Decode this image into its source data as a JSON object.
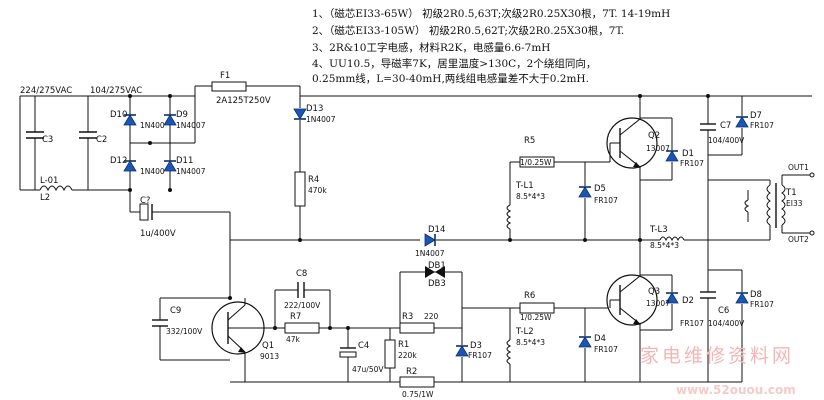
{
  "notes": [
    "1、（磁芯EI33-65W）   初级2R0.5,63T;次级2R0.25X30根，7T.    14-19mH",
    "2、（磁芯EI33-105W）  初级2R0.5,62T;次级2R0.25X30根，7T.",
    "3、2R&10工字电感，材料R2K，电感量6.6-7mH",
    "4、UU10.5，导磁率7K，居里温度>130C，2个绕组同向，",
    "0.25mm线，L=30-40mH,两线组电感量差不大于0.2mH."
  ],
  "inputs": {
    "in1": "224/275VAC",
    "in2": "104/275VAC"
  },
  "components": {
    "F1": "F1",
    "F1v": "2A125T250V",
    "C3": "C3",
    "C2": "C2",
    "L01": "L-01",
    "L2": "L2",
    "D10": "D10",
    "D10v": "1N400",
    "D9": "D9",
    "D9v": "1N4007",
    "D12": "D12",
    "D12v": "1N400",
    "D11": "D11",
    "D11v": "1N4007",
    "C7in": "C?",
    "C7inv": "1u/400V",
    "D13": "D13",
    "D13v": "1N4007",
    "R4": "R4",
    "R4v": "470k",
    "R5": "R5",
    "R5v": "1/0.25W",
    "TL1": "T-L1",
    "TL1v": "8.5*4*3",
    "D5": "D5",
    "D5v": "FR107",
    "Q2": "Q2",
    "Q2v": "13007",
    "D1": "D1",
    "D1v": "FR107",
    "C7": "C7",
    "C7v": "104/400V",
    "D7": "D7",
    "D7v": "FR107",
    "T1": "T1",
    "T1v": "EI33",
    "OUT1": "OUT1",
    "OUT2": "OUT2",
    "D14": "D14",
    "D14v": "1N4007",
    "DB1": "DB1",
    "DB3": "DB3",
    "TL3": "T-L3",
    "TL3v": "8.5*4*3",
    "C8": "C8",
    "C8v": "222/100V",
    "C9": "C9",
    "C9v": "332/100V",
    "Q1": "Q1",
    "Q1v": "9013",
    "R7": "R7",
    "R7v": "47k",
    "C4": "C4",
    "C4v": "47u/50V",
    "R1": "R1",
    "R1v": "220k",
    "R3": "R3",
    "R3v": "220",
    "D3": "D3",
    "D3v": "FR107",
    "R2": "R2",
    "R2v": "0.75/1W",
    "R6": "R6",
    "R6v": "1/0.25W",
    "TL2": "T-L2",
    "TL2v": "8.5*4*3",
    "D4": "D4",
    "D4v": "FR107",
    "Q3": "Q3",
    "Q3v": "13007",
    "D2": "D2",
    "D2v": "FR107",
    "C6": "C6",
    "C6v": "104/400V",
    "D8": "D8",
    "D8v": "FR107"
  },
  "watermark": {
    "cn": "家电维修资料网",
    "url": "www.52ouou.com"
  },
  "colors": {
    "wire": "#111111",
    "diode": "#1a56b8",
    "watermark": "#f3b6b6"
  }
}
